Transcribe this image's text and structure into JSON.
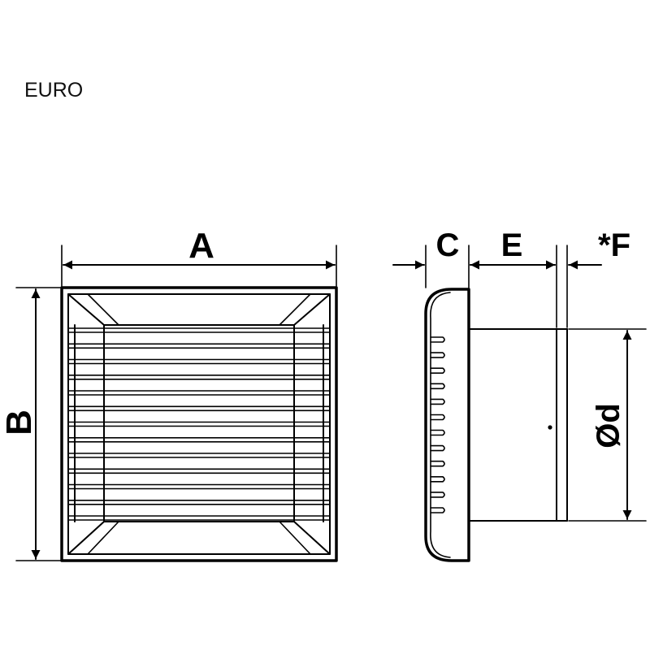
{
  "title": "EURO",
  "dimensions": {
    "a": "A",
    "b": "B",
    "c": "C",
    "e": "E",
    "f": "*F",
    "d": "Ød"
  },
  "grille": {
    "slat_count": 13
  },
  "side_view": {
    "fin_count": 12
  }
}
